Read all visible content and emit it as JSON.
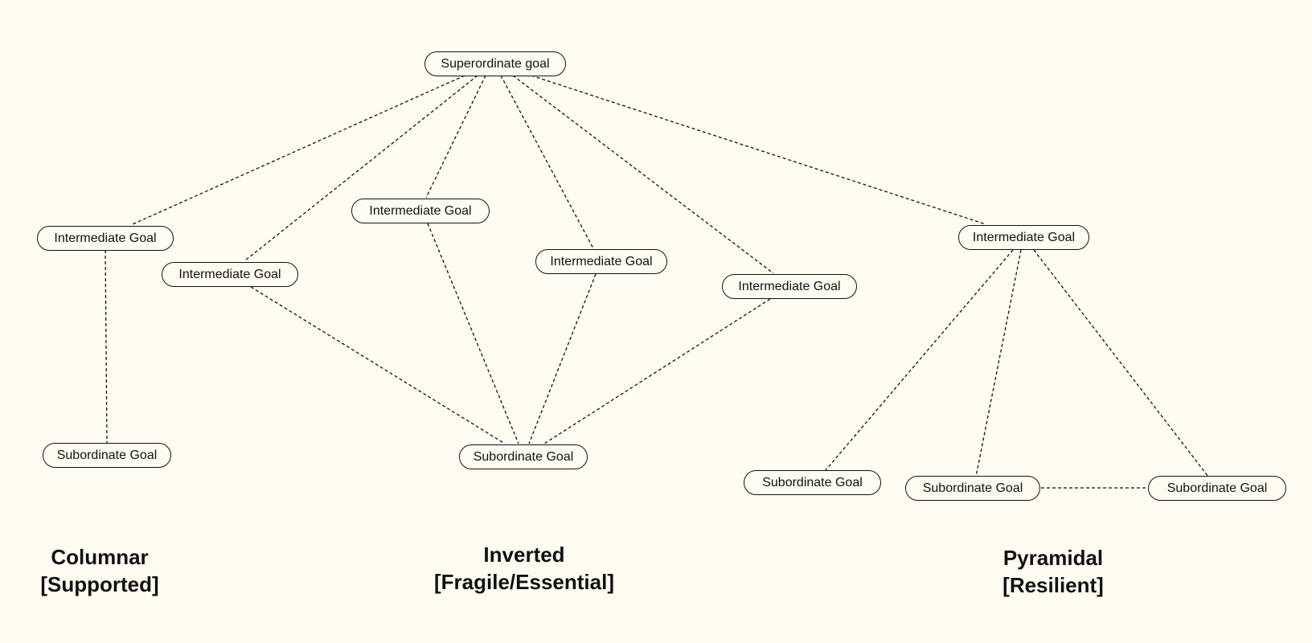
{
  "nodes": {
    "superordinate": "Superordinate goal",
    "col_intermediate": "Intermediate Goal",
    "col_subordinate": "Subordinate Goal",
    "inv_intermediate_1": "Intermediate Goal",
    "inv_intermediate_2": "Intermediate Goal",
    "inv_intermediate_3": "Intermediate Goal",
    "inv_intermediate_4": "Intermediate Goal",
    "inv_subordinate": "Subordinate Goal",
    "pyr_intermediate": "Intermediate Goal",
    "pyr_subordinate_1": "Subordinate Goal",
    "pyr_subordinate_2": "Subordinate Goal",
    "pyr_subordinate_3": "Subordinate Goal"
  },
  "captions": {
    "columnar": {
      "line1": "Columnar",
      "line2": "[Supported]"
    },
    "inverted": {
      "line1": "Inverted",
      "line2": "[Fragile/Essential]"
    },
    "pyramidal": {
      "line1": "Pyramidal",
      "line2": "[Resilient]"
    }
  },
  "colors": {
    "background": "#fffdf2",
    "stroke": "#111111"
  }
}
